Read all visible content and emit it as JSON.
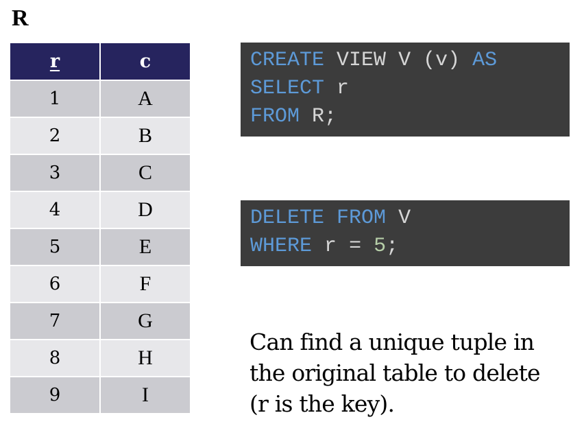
{
  "relation": {
    "name": "R",
    "headers": [
      "r",
      "c"
    ],
    "rows": [
      [
        "1",
        "A"
      ],
      [
        "2",
        "B"
      ],
      [
        "3",
        "C"
      ],
      [
        "4",
        "D"
      ],
      [
        "5",
        "E"
      ],
      [
        "6",
        "F"
      ],
      [
        "7",
        "G"
      ],
      [
        "8",
        "H"
      ],
      [
        "9",
        "I"
      ]
    ]
  },
  "code_view": {
    "line1": {
      "create": "CREATE",
      "view": "VIEW",
      "vname": "V",
      "cols": "(v)",
      "as": "AS"
    },
    "line2": {
      "select": "SELECT",
      "col": "r"
    },
    "line3": {
      "from": "FROM",
      "table": "R;"
    }
  },
  "code_delete": {
    "line1": {
      "delete": "DELETE",
      "from": "FROM",
      "vname": "V"
    },
    "line2": {
      "where": "WHERE",
      "col": "r",
      "op": "=",
      "value": "5",
      "semi": ";"
    }
  },
  "note": {
    "line1": "Can find a unique tuple in",
    "line2": "the original table to delete",
    "line3": "(r is the key)."
  },
  "colors": {
    "header_bg": "#26245e",
    "row_odd": "#cbcbd0",
    "row_even": "#e7e7ea",
    "code_bg": "#3c3c3c",
    "keyword": "#5d9ad8",
    "number": "#b6cea8"
  }
}
